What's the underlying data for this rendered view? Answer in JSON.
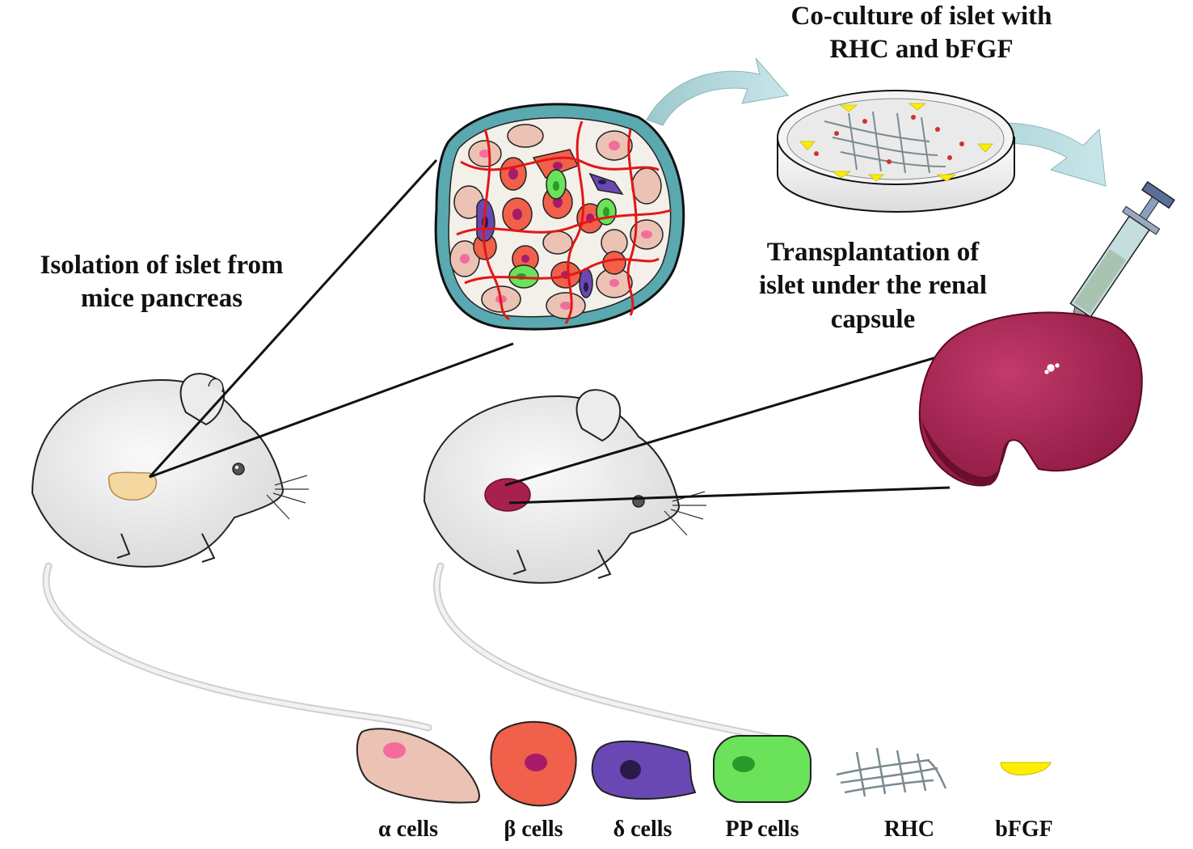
{
  "steps": {
    "isolation": [
      "Isolation of islet from",
      "mice pancreas"
    ],
    "coculture": [
      "Co-culture of islet with",
      "RHC and bFGF"
    ],
    "transplantation": [
      "Transplantation of",
      "islet under the renal",
      "capsule"
    ]
  },
  "legend": {
    "alpha": "α cells",
    "beta": "β cells",
    "delta": "δ cells",
    "pp": "PP cells",
    "rhc": "RHC",
    "bfgf": "bFGF"
  },
  "colors": {
    "alpha_cell": "#ebc2b4",
    "alpha_nucleus": "#f46c9c",
    "beta_cell": "#f0604a",
    "beta_nucleus": "#a81a6a",
    "delta_cell": "#6a48b4",
    "delta_nucleus": "#2a1a4a",
    "pp_cell": "#6ae25a",
    "pp_nucleus": "#2a9a2a",
    "bfgf": "#ffee00",
    "kidney": "#a8204e",
    "islet_capsule": "#5aa8b0",
    "vessels": "#e01818",
    "arrow": "#8cc2cc",
    "pancreas": "#f4d8a0"
  }
}
